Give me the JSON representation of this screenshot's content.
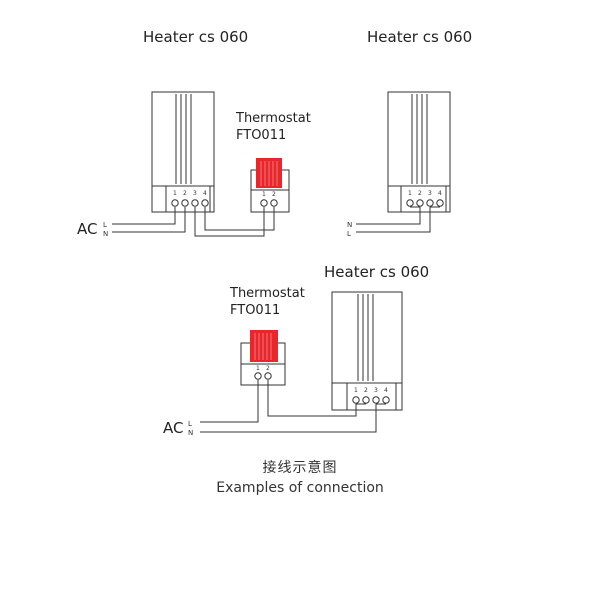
{
  "diagrams": [
    {
      "heater_label": "Heater cs 060",
      "thermostat_label_line1": "Thermostat",
      "thermostat_label_line2": "FTO011",
      "ac_label": "AC",
      "line_top": "L",
      "line_bottom": "N",
      "heater_terminals": [
        "1",
        "2",
        "3",
        "4"
      ],
      "thermostat_terminals": [
        "1",
        "2"
      ]
    },
    {
      "heater_label": "Heater cs 060",
      "line_top": "N",
      "line_bottom": "L",
      "heater_terminals": [
        "1",
        "2",
        "3",
        "4"
      ]
    },
    {
      "heater_label": "Heater cs 060",
      "thermostat_label_line1": "Thermostat",
      "thermostat_label_line2": "FTO011",
      "ac_label": "AC",
      "line_top": "L",
      "line_bottom": "N",
      "heater_terminals": [
        "1",
        "2",
        "3",
        "4"
      ],
      "thermostat_terminals": [
        "1",
        "2"
      ]
    }
  ],
  "caption_chinese": "接线示意图",
  "caption_english": "Examples of connection",
  "colors": {
    "stroke": "#333333",
    "thermostat_red": "#e8262c"
  }
}
